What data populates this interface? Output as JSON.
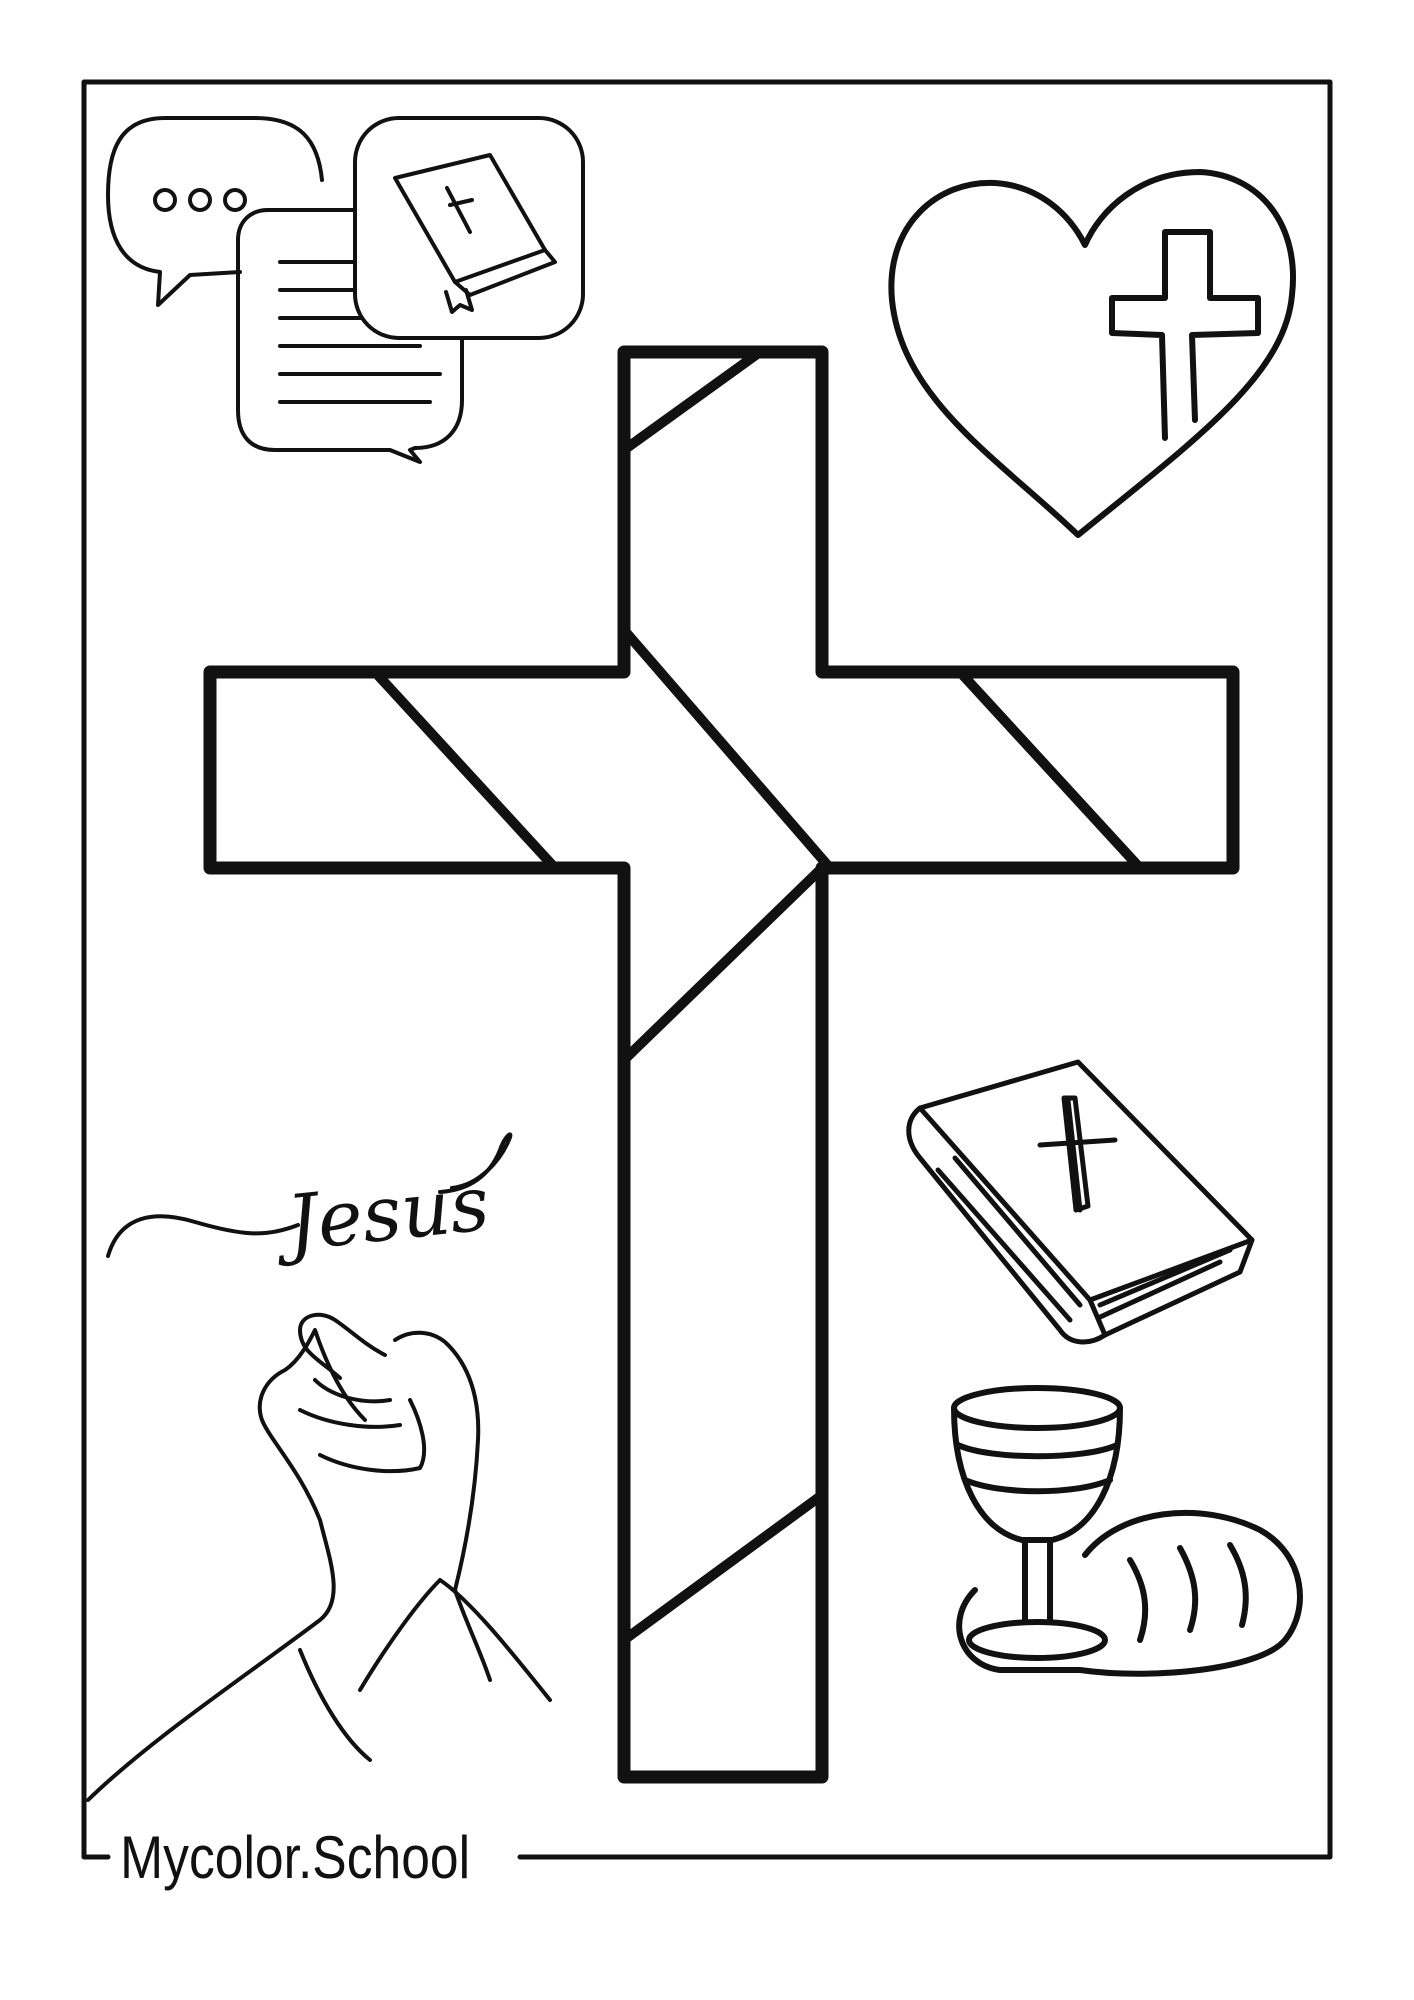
{
  "page": {
    "brand_watermark": "Mycolor.School",
    "script_word": "Jesus"
  },
  "style": {
    "line_color": "#111111",
    "background": "#ffffff"
  },
  "icons": [
    "chat-bubbles-icon",
    "heart-cross-icon",
    "large-cross",
    "jesus-script-lettering",
    "bible-book-icon",
    "praying-hands-icon",
    "chalice-bread-icon"
  ]
}
